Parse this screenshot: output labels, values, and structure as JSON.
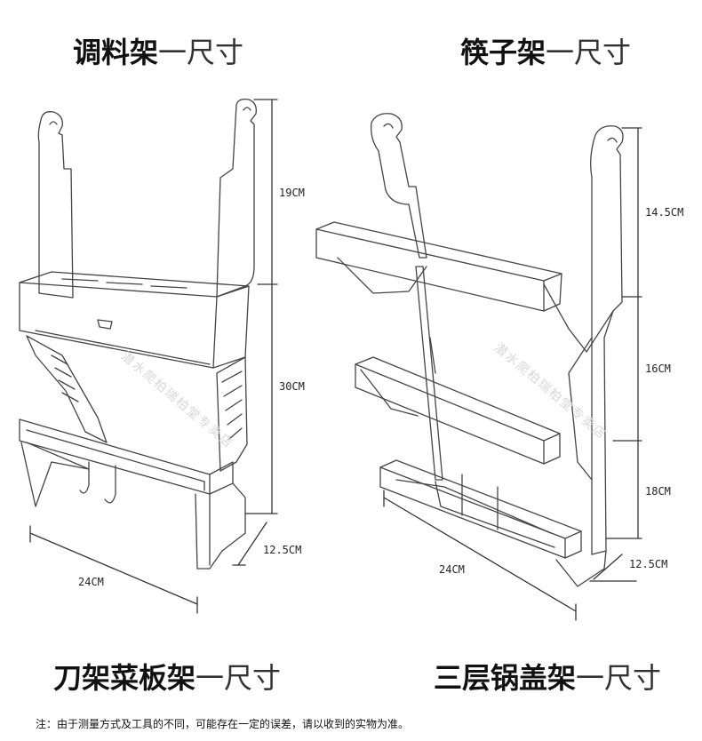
{
  "titles": {
    "top_left": {
      "main": "调料架",
      "sub": "一尺寸"
    },
    "top_right": {
      "main": "筷子架",
      "sub": "一尺寸"
    },
    "bottom_left": {
      "main": "刀架菜板架",
      "sub": "一尺寸"
    },
    "bottom_right": {
      "main": "三层锅盖架",
      "sub": "一尺寸"
    }
  },
  "dimensions_left": {
    "top_height": "19CM",
    "lower_height": "30CM",
    "depth": "12.5CM",
    "width": "24CM"
  },
  "dimensions_right": {
    "top_height": "14.5CM",
    "middle_height": "16CM",
    "lower_height": "18CM",
    "depth": "12.5CM",
    "width": "24CM"
  },
  "watermark": "潜水爬柏瑞柏堂专卖店",
  "note": "注：由于测量方式及工具的不同，可能存在一定的误差，请以收到的实物为准。"
}
